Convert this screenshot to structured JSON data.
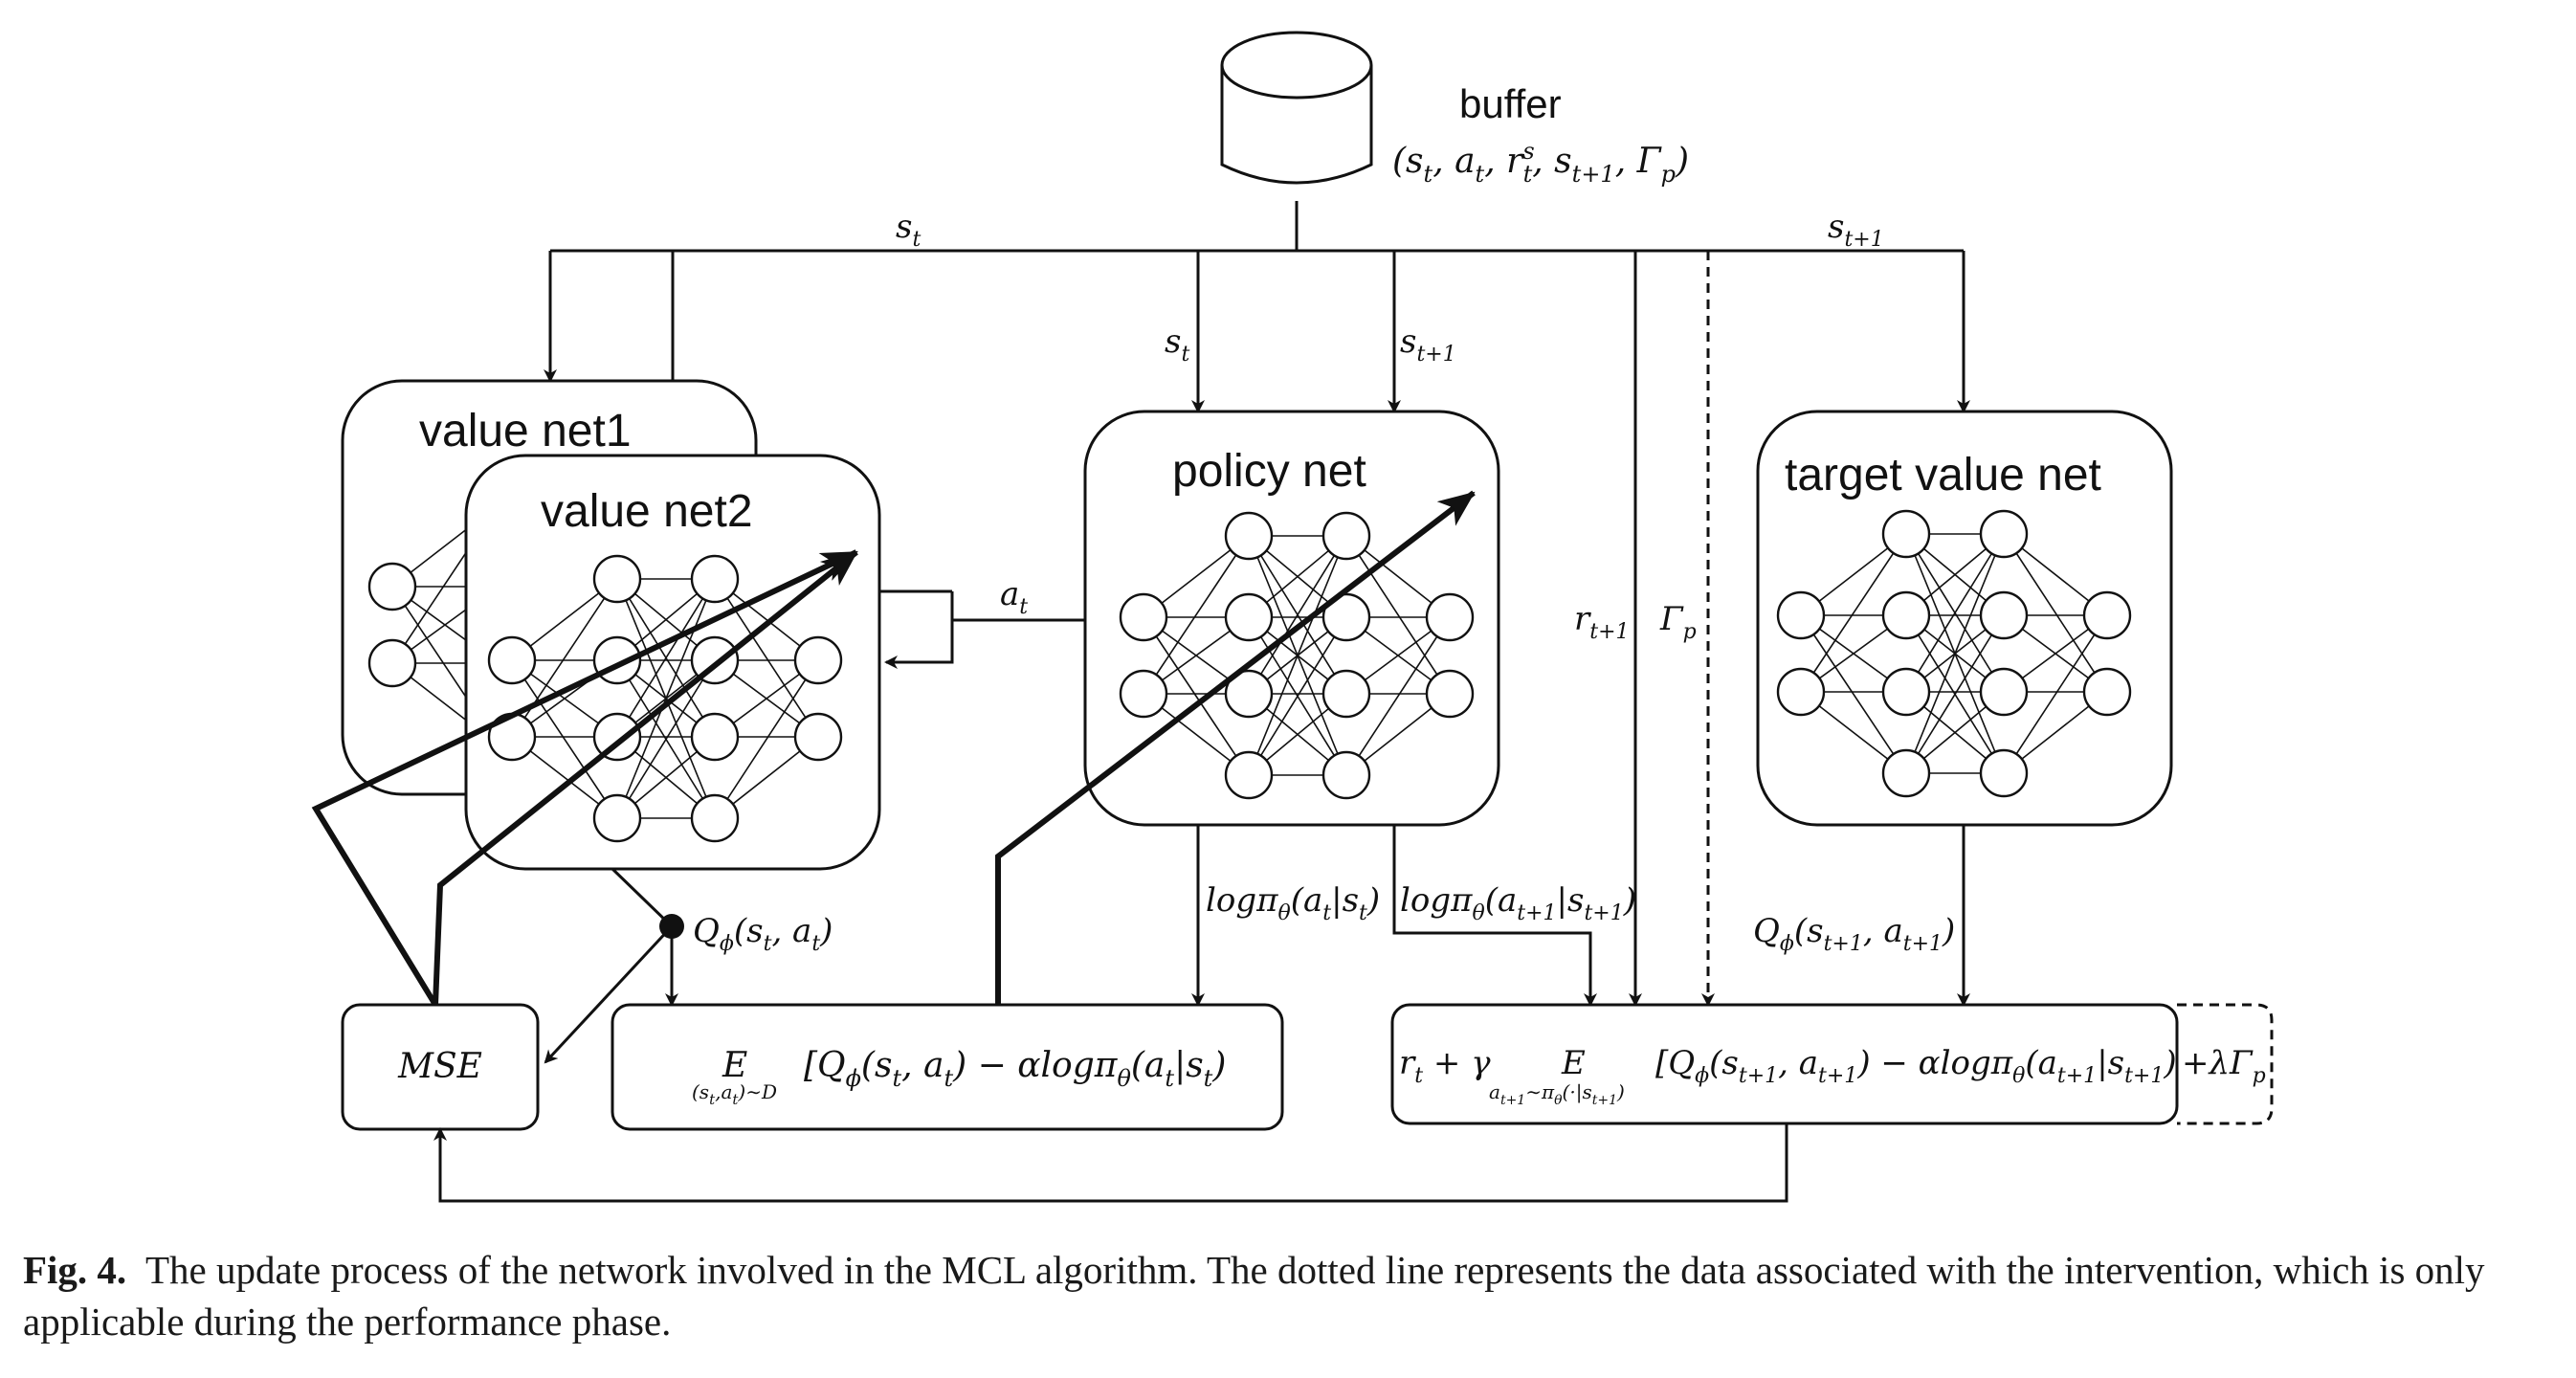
{
  "buffer": {
    "label": "buffer",
    "tuple": "(s",
    "tuple_t": "t",
    "tuple_a": ", a",
    "tuple_r": ", r",
    "tuple_rs": "s",
    "tuple_rest": ", s",
    "tuple_rest_sub": "t+1",
    "tuple_end": ", Γ",
    "tuple_end_sub": "p",
    "tuple_close": ")"
  },
  "edges": {
    "st_top": "s",
    "st_top_sub": "t",
    "st1_top": "s",
    "st1_top_sub": "t+1",
    "st_policy": "s",
    "st_policy_sub": "t",
    "st1_policy": "s",
    "st1_policy_sub": "t+1",
    "at": "a",
    "at_sub": "t",
    "r": "r",
    "r_sub": "t+1",
    "gamma": "Γ",
    "gamma_sub": "p",
    "logpi_a": "logπ",
    "logpi_a_sub": "θ",
    "logpi_a_args": "(a",
    "logpi_a_args_sub": "t",
    "logpi_a_mid": "|s",
    "logpi_a_mid_sub": "t",
    "logpi_a_close": ")",
    "logpi_b": "logπ",
    "logpi_b_sub": "θ",
    "logpi_b_args": "(a",
    "logpi_b_args_sub": "t+1",
    "logpi_b_mid": "|s",
    "logpi_b_mid_sub": "t+1",
    "logpi_b_close": ")",
    "q_left": "Q",
    "q_left_sub": "ϕ",
    "q_left_args": "(s",
    "q_left_args_sub": "t",
    "q_left_mid": ", a",
    "q_left_mid_sub": "t",
    "q_left_close": ")",
    "q_right": "Q",
    "q_right_sub": "ϕ",
    "q_right_args": "(s",
    "q_right_args_sub": "t+1",
    "q_right_mid": ", a",
    "q_right_mid_sub": "t+1",
    "q_right_close": ")"
  },
  "nets": {
    "value1": "value net1",
    "value2": "value net2",
    "policy": "policy net",
    "target": "target value net"
  },
  "boxes": {
    "mse": "MSE",
    "loss_left": {
      "E": "E",
      "E_sub": "(s",
      "E_sub2": "t",
      "E_sub3": ",a",
      "E_sub4": "t",
      "E_sub5": ")∼D",
      "body": "[Q",
      "body_sub": "ϕ",
      "body2": "(s",
      "body2_sub": "t",
      "body3": ", a",
      "body3_sub": "t",
      "body4": ") − αlogπ",
      "body4_sub": "θ",
      "body5": "(a",
      "body5_sub": "t",
      "body6": "|s",
      "body6_sub": "t",
      "body7": ")"
    },
    "loss_right": {
      "r": "r",
      "r_sub": "t",
      "plus": " + γ",
      "E": "E",
      "E_sub": "a",
      "E_sub2": "t+1",
      "E_sub3": "∼π",
      "E_sub4": "θ",
      "E_sub5": "(·|s",
      "E_sub6": "t+1",
      "E_sub7": ")",
      "body": "[Q",
      "body_sub": "ϕ",
      "body2": "(s",
      "body2_sub": "t+1",
      "body3": ", a",
      "body3_sub": "t+1",
      "body4": ") − αlogπ",
      "body4_sub": "θ",
      "body5": "(a",
      "body5_sub": "t+1",
      "body6": "|s",
      "body6_sub": "t+1",
      "body7": ")"
    },
    "intervention": "+λΓ",
    "intervention_sub": "p"
  },
  "caption": {
    "label": "Fig. 4.",
    "text": "The update process of the network involved in the MCL algorithm. The dotted line represents the data associated with the intervention, which is only applicable during the performance phase."
  }
}
